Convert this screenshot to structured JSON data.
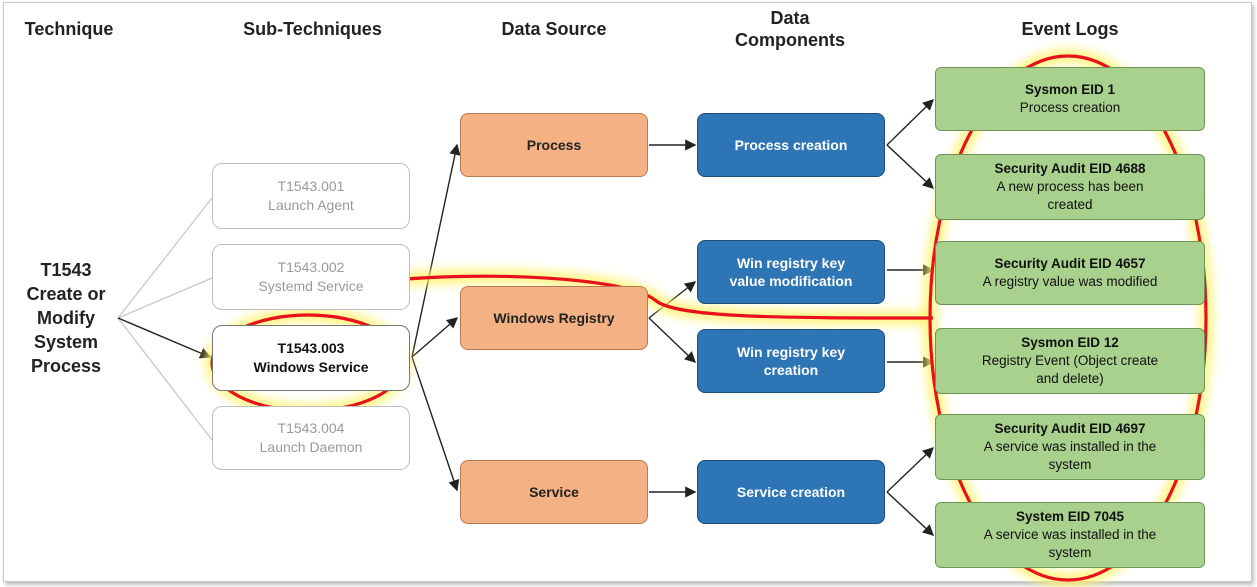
{
  "headers": {
    "technique": "Technique",
    "sub_techniques": "Sub-Techniques",
    "data_source": "Data Source",
    "data_components_1": "Data",
    "data_components_2": "Components",
    "event_logs": "Event Logs"
  },
  "technique": {
    "id": "T1543",
    "line2": "Create or",
    "line3": "Modify",
    "line4": "System",
    "line5": "Process"
  },
  "sub_techniques": [
    {
      "id": "T1543.001",
      "name": "Launch Agent"
    },
    {
      "id": "T1543.002",
      "name": "Systemd Service"
    },
    {
      "id": "T1543.003",
      "name": "Windows Service"
    },
    {
      "id": "T1543.004",
      "name": "Launch Daemon"
    }
  ],
  "data_sources": [
    {
      "label": "Process"
    },
    {
      "label": "Windows Registry"
    },
    {
      "label": "Service"
    }
  ],
  "data_components": [
    {
      "line1": "Process creation",
      "line2": ""
    },
    {
      "line1": "Win registry key",
      "line2": "value modification"
    },
    {
      "line1": "Win registry key",
      "line2": "creation"
    },
    {
      "line1": "Service creation",
      "line2": ""
    }
  ],
  "event_logs": [
    {
      "title": "Sysmon EID 1",
      "l1": "Process creation",
      "l2": ""
    },
    {
      "title": "Security Audit EID 4688",
      "l1": "A new process has been",
      "l2": "created"
    },
    {
      "title": "Security Audit EID 4657",
      "l1": "A registry value was modified",
      "l2": ""
    },
    {
      "title": "Sysmon EID 12",
      "l1": "Registry Event (Object create",
      "l2": "and delete)"
    },
    {
      "title": "Security Audit EID 4697",
      "l1": "A service was installed in the",
      "l2": "system"
    },
    {
      "title": "System EID 7045",
      "l1": "A service was installed in the",
      "l2": "system"
    }
  ],
  "colors": {
    "data_source_fill": "#f4b183",
    "data_component_fill": "#2e75b6",
    "event_log_fill": "#a9d18e",
    "highlight_ring": "#e8101a",
    "highlight_glow": "#fff36a"
  }
}
